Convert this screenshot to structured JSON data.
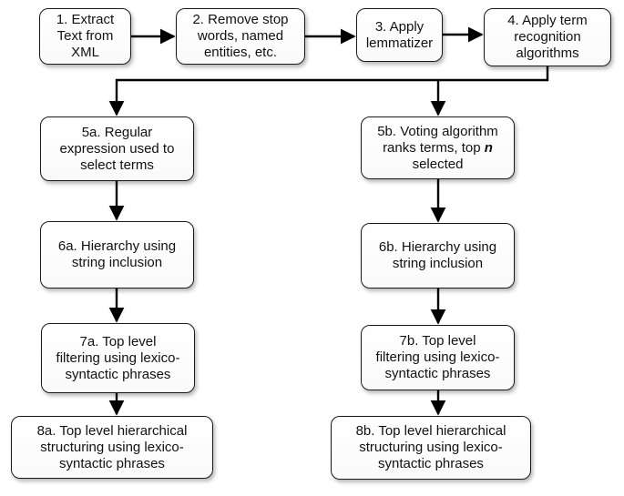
{
  "nodes": {
    "n1": {
      "lines": [
        "1. Extract",
        "Text from",
        "XML"
      ]
    },
    "n2": {
      "lines": [
        "2. Remove stop",
        "words, named",
        "entities, etc."
      ]
    },
    "n3": {
      "lines": [
        "3. Apply",
        "lemmatizer"
      ]
    },
    "n4": {
      "lines": [
        "4. Apply term",
        "recognition",
        "algorithms"
      ]
    },
    "n5a": {
      "lines": [
        "5a. Regular",
        "expression used to",
        "select terms"
      ]
    },
    "n5b": {
      "lines": [
        "5b. Voting algorithm",
        "ranks terms, top ",
        "selected"
      ],
      "italic": "n"
    },
    "n6a": {
      "lines": [
        "6a. Hierarchy using",
        "string inclusion"
      ]
    },
    "n6b": {
      "lines": [
        "6b. Hierarchy using",
        "string inclusion"
      ]
    },
    "n7a": {
      "lines": [
        "7a. Top level",
        "filtering using lexico-",
        "syntactic phrases"
      ]
    },
    "n7b": {
      "lines": [
        "7b. Top level",
        "filtering using lexico-",
        "syntactic phrases"
      ]
    },
    "n8a": {
      "lines": [
        "8a. Top level hierarchical",
        "structuring using lexico-",
        "syntactic phrases"
      ]
    },
    "n8b": {
      "lines": [
        "8b. Top level hierarchical",
        "structuring using lexico-",
        "syntactic phrases"
      ]
    }
  }
}
